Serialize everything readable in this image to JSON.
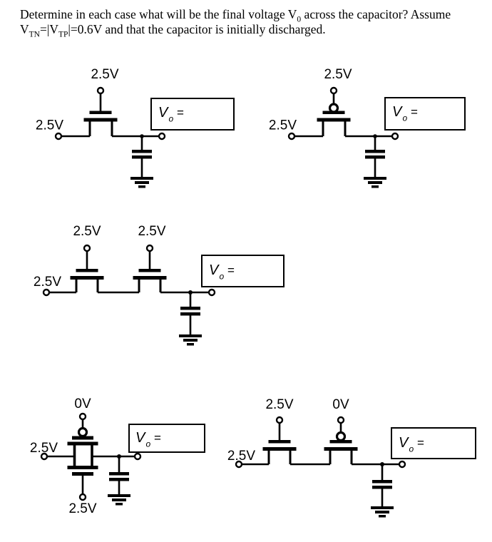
{
  "title": {
    "line1_pre": "Determine in each case what will be the final voltage V",
    "line1_sub": "0",
    "line1_post": " across the capacitor? Assume",
    "line2_pre": "V",
    "line2_sub1": "TN",
    "line2_mid": "=|V",
    "line2_sub2": "TP",
    "line2_post": "|=0.6V and that the capacitor is initially discharged."
  },
  "vo_box": {
    "v": "V",
    "sub": "o",
    "eq": "="
  },
  "circuits": {
    "nmos_pass": {
      "gate_label": "2.5V",
      "input_label": "2.5V"
    },
    "pmos_pass": {
      "gate_label": "2.5V",
      "input_label": "2.5V"
    },
    "two_nmos_series": {
      "gate1_label": "2.5V",
      "gate2_label": "2.5V",
      "input_label": "2.5V"
    },
    "transmission_gate": {
      "pmos_gate_label": "0V",
      "nmos_gate_label": "2.5V",
      "input_label": "2.5V"
    },
    "nmos_pmos_series": {
      "nmos_gate_label": "2.5V",
      "pmos_gate_label": "0V",
      "input_label": "2.5V"
    }
  }
}
